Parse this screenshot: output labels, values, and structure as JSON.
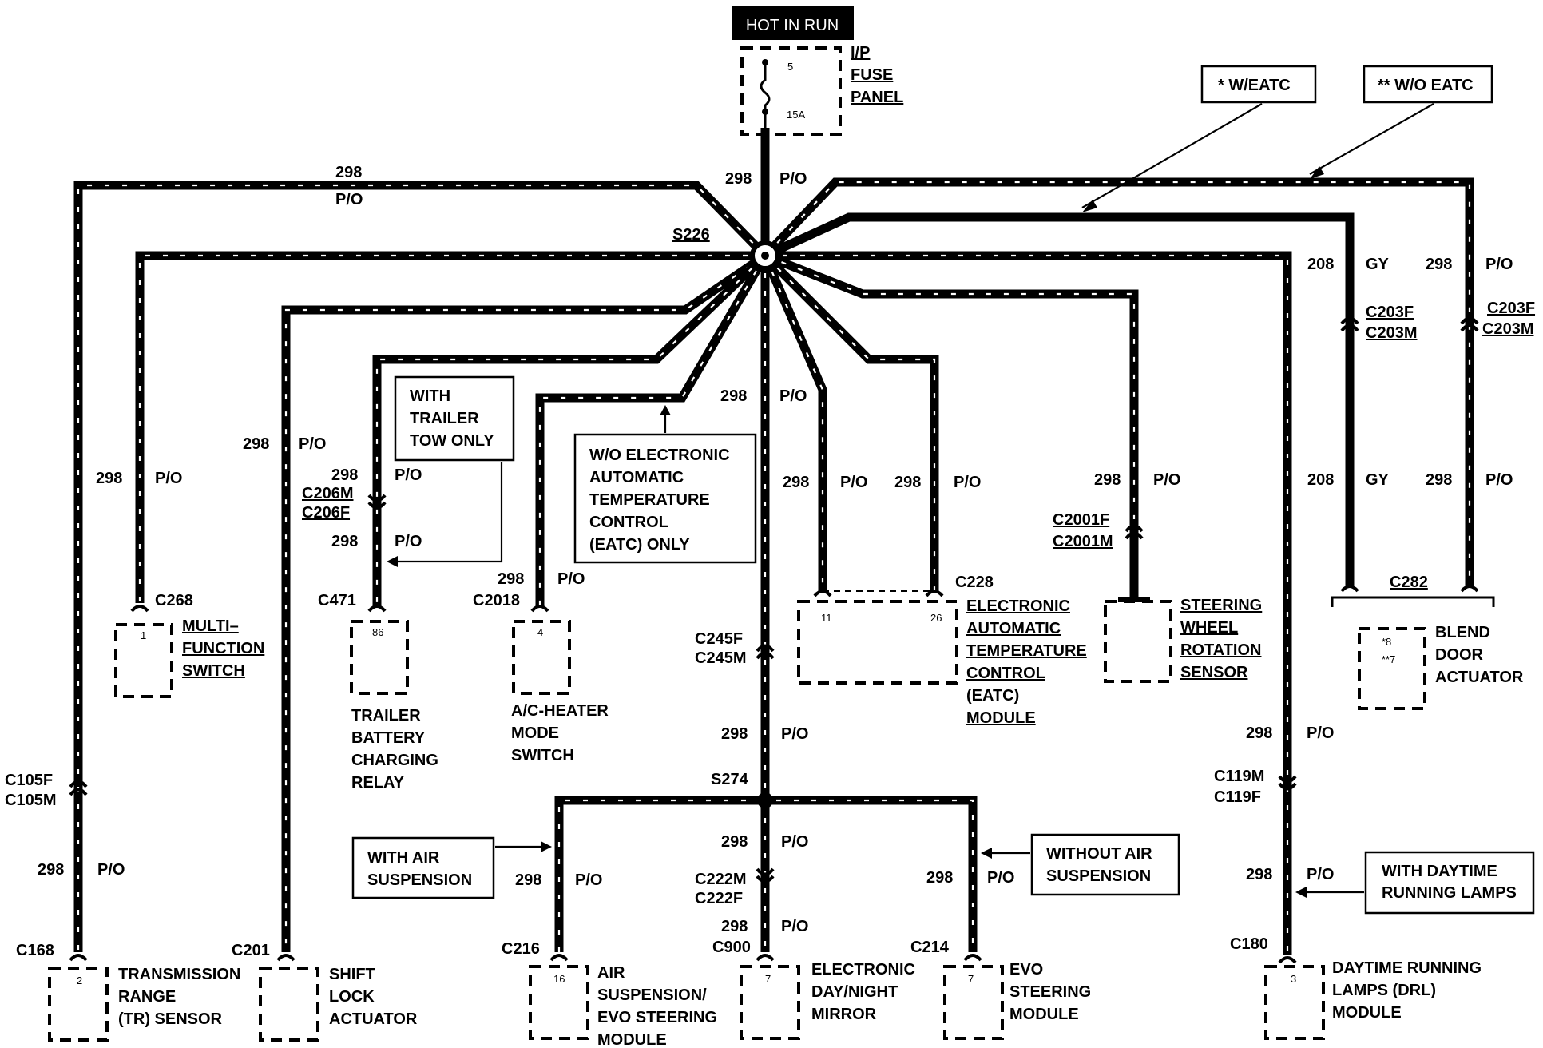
{
  "header": {
    "hot_in_run": "HOT IN RUN",
    "fuse_panel_line1": "I/P",
    "fuse_panel_line2": "FUSE",
    "fuse_panel_line3": "PANEL",
    "fuse_number": "5",
    "fuse_rating": "15A"
  },
  "splices": {
    "s226": "S226",
    "s274": "S274"
  },
  "legend": {
    "w_eatc": "* W/EATC",
    "wo_eatc": "** W/O EATC"
  },
  "wire": {
    "circuit_298": "298",
    "circuit_208": "208",
    "color_po": "P/O",
    "color_gy": "GY"
  },
  "connectors": {
    "c268": "C268",
    "c471": "C471",
    "c2018": "C2018",
    "c206m": "C206M",
    "c206f": "C206F",
    "c228": "C228",
    "c2001f": "C2001F",
    "c2001m": "C2001M",
    "c203f": "C203F",
    "c203m": "C203M",
    "c282": "C282",
    "c245f": "C245F",
    "c245m": "C245M",
    "c105f": "C105F",
    "c105m": "C105M",
    "c168": "C168",
    "c201": "C201",
    "c216": "C216",
    "c222m": "C222M",
    "c222f": "C222F",
    "c900": "C900",
    "c214": "C214",
    "c119m": "C119M",
    "c119f": "C119F",
    "c180": "C180"
  },
  "components": {
    "multi_function_switch": [
      "MULTI–",
      "FUNCTION",
      "SWITCH"
    ],
    "trailer_relay": [
      "TRAILER",
      "BATTERY",
      "CHARGING",
      "RELAY"
    ],
    "ac_heater_switch": [
      "A/C-HEATER",
      "MODE",
      "SWITCH"
    ],
    "eatc_module": [
      "ELECTRONIC",
      "AUTOMATIC",
      "TEMPERATURE",
      "CONTROL",
      "(EATC)",
      "MODULE"
    ],
    "steering_sensor": [
      "STEERING",
      "WHEEL",
      "ROTATION",
      "SENSOR"
    ],
    "blend_door": [
      "BLEND",
      "DOOR",
      "ACTUATOR"
    ],
    "tr_sensor": [
      "TRANSMISSION",
      "RANGE",
      "(TR) SENSOR"
    ],
    "shift_lock": [
      "SHIFT",
      "LOCK",
      "ACTUATOR"
    ],
    "air_suspension": [
      "AIR",
      "SUSPENSION/",
      "EVO STEERING",
      "MODULE"
    ],
    "day_night_mirror": [
      "ELECTRONIC",
      "DAY/NIGHT",
      "MIRROR"
    ],
    "evo_module": [
      "EVO",
      "STEERING",
      "MODULE"
    ],
    "drl_module": [
      "DAYTIME RUNNING",
      "LAMPS (DRL)",
      "MODULE"
    ]
  },
  "pins": {
    "multi_function": "1",
    "trailer_relay": "86",
    "ac_heater": "4",
    "eatc_a": "11",
    "eatc_b": "26",
    "blend_a": "*8",
    "blend_b": "**7",
    "tr_sensor": "2",
    "air_suspension": "16",
    "mirror": "7",
    "evo": "7",
    "drl": "3"
  },
  "notes": {
    "trailer_tow": [
      "WITH",
      "TRAILER",
      "TOW ONLY"
    ],
    "wo_eatc_only": [
      "W/O ELECTRONIC",
      "AUTOMATIC",
      "TEMPERATURE",
      "CONTROL",
      "(EATC) ONLY"
    ],
    "with_air": [
      "WITH AIR",
      "SUSPENSION"
    ],
    "without_air": [
      "WITHOUT  AIR",
      "SUSPENSION"
    ],
    "with_drl": [
      "WITH DAYTIME",
      "RUNNING LAMPS"
    ]
  }
}
